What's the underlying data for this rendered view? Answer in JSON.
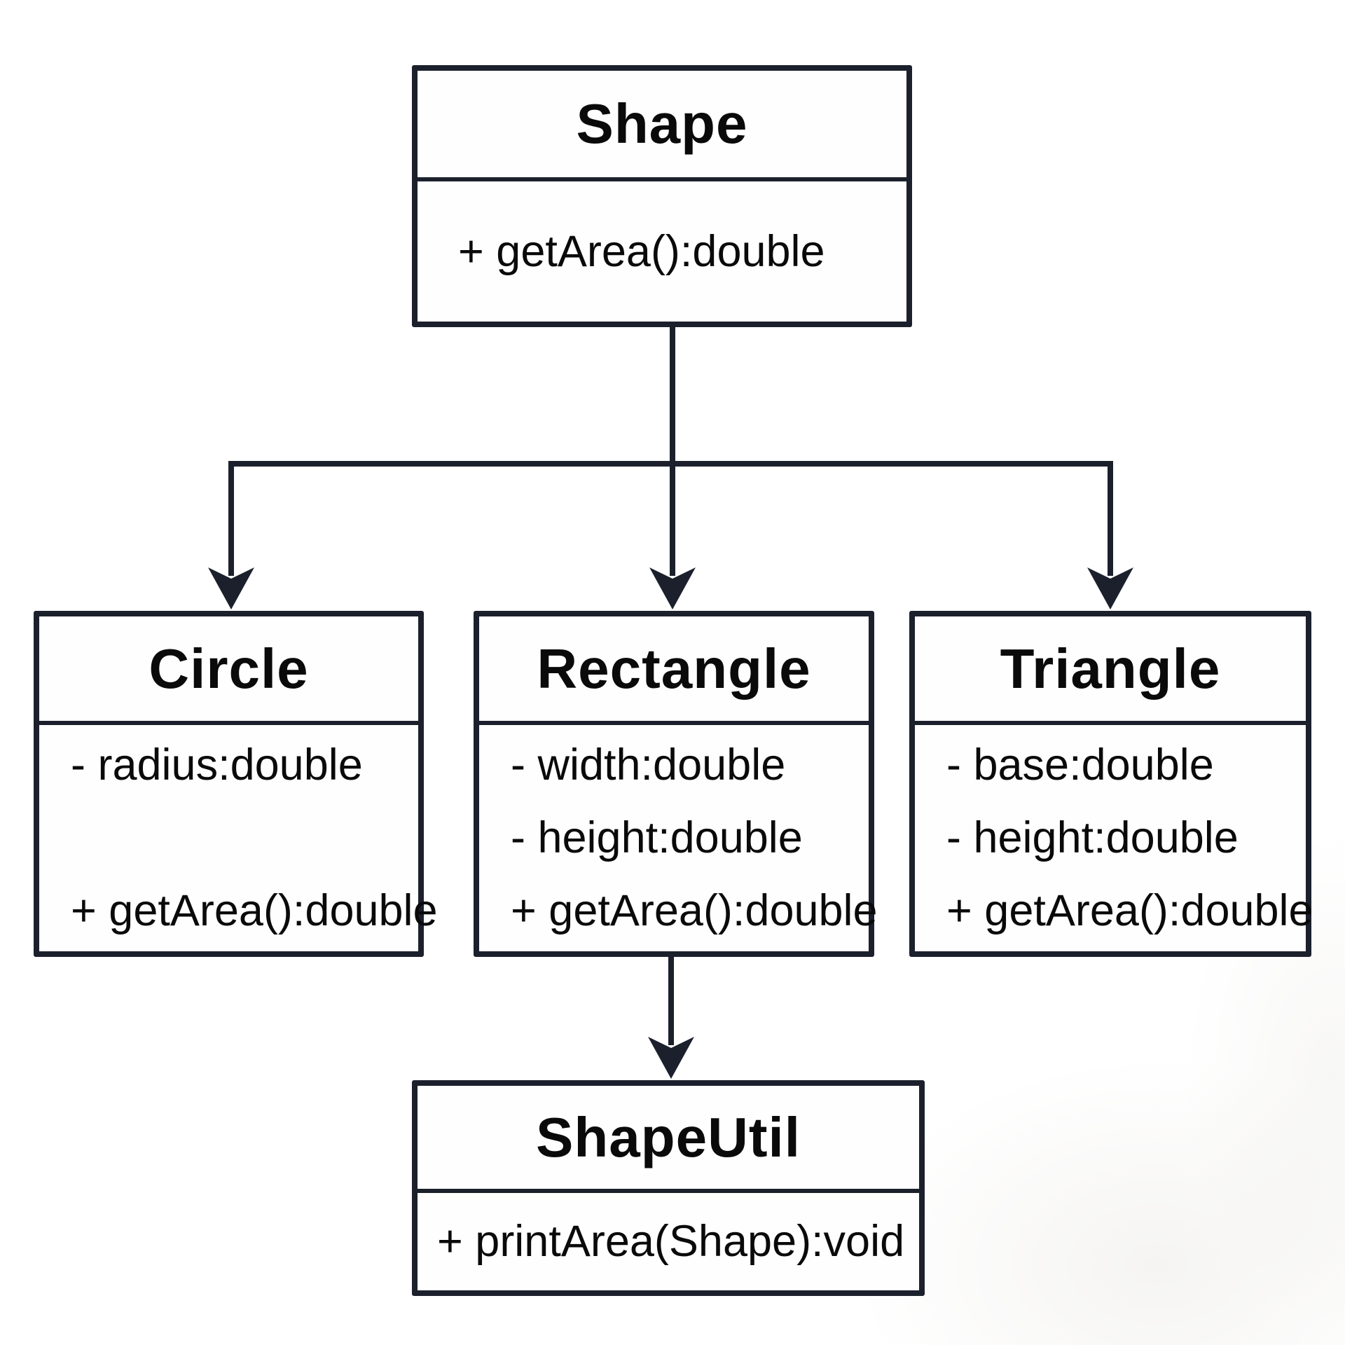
{
  "diagram": {
    "title": "Shape class hierarchy UML diagram",
    "classes": [
      {
        "id": "shape",
        "title": "Shape",
        "attributes": [],
        "methods": [
          "+ getArea():double"
        ]
      },
      {
        "id": "circle",
        "title": "Circle",
        "attributes": [
          "- radius:double"
        ],
        "methods": [
          "+ getArea():double"
        ]
      },
      {
        "id": "rectangle",
        "title": "Rectangle",
        "attributes": [
          "- width:double",
          "- height:double"
        ],
        "methods": [
          "+ getArea():double"
        ]
      },
      {
        "id": "triangle",
        "title": "Triangle",
        "attributes": [
          "- base:double",
          "- height:double"
        ],
        "methods": [
          "+ getArea():double"
        ]
      },
      {
        "id": "shapeutil",
        "title": "ShapeUtil",
        "attributes": [],
        "methods": [
          "+ printArea(Shape):void"
        ]
      }
    ],
    "relations": [
      {
        "from": "Shape",
        "to": "Circle",
        "style": "arrow-down"
      },
      {
        "from": "Shape",
        "to": "Rectangle",
        "style": "arrow-down"
      },
      {
        "from": "Shape",
        "to": "Triangle",
        "style": "arrow-down"
      },
      {
        "from": "Rectangle",
        "to": "ShapeUtil",
        "style": "arrow-down"
      }
    ],
    "colors": {
      "line": "#1b202c",
      "text": "#0a0a0a",
      "background": "#ffffff",
      "box_fill": "#fffefe"
    }
  }
}
